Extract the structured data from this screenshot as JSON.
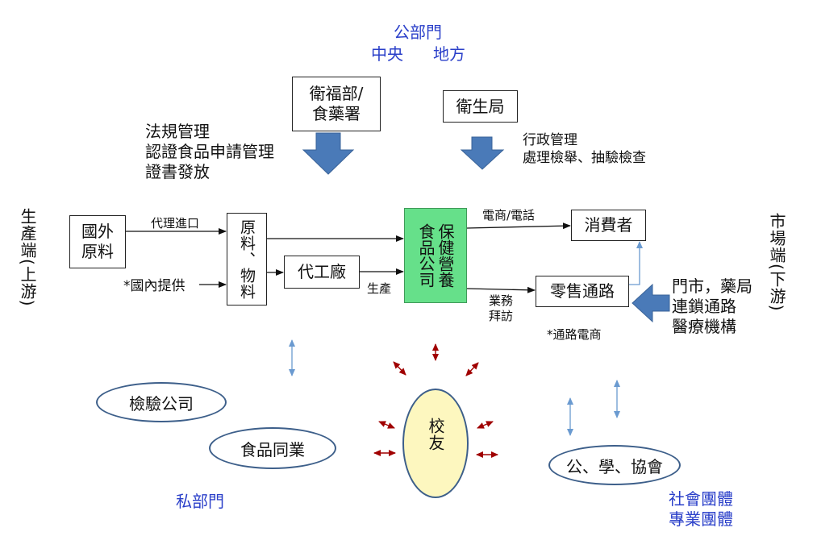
{
  "public_sector": {
    "title": "公部門",
    "central": "中央",
    "local": "地方"
  },
  "authorities": {
    "central_box": [
      "衛福部/",
      "食藥署"
    ],
    "local_box": "衛生局",
    "central_duties": [
      "法規管理",
      "認證食品申請管理",
      "證書發放"
    ],
    "local_duties": [
      "行政管理",
      "處理檢舉、抽驗檢查"
    ]
  },
  "side_labels": {
    "upstream": "生產端(上游)",
    "downstream": "市場端(下游)"
  },
  "supply_chain": {
    "foreign_materials": [
      "國外",
      "原料"
    ],
    "import_label": "代理進口",
    "domestic_label": "*國內提供",
    "materials": "原料、物料",
    "oem": "代工廠",
    "production_label": "生產",
    "company": [
      "保健營養",
      "食品公司"
    ],
    "ecommerce_label": "電商/電話",
    "consumer": "消費者",
    "sales_label": [
      "業務",
      "拜訪"
    ],
    "retail": "零售通路",
    "channel_ecommerce": "*通路電商",
    "retail_types": [
      "門市，藥局",
      "連鎖通路",
      "醫療機構"
    ]
  },
  "groups": {
    "inspection": "檢驗公司",
    "industry_peers": "食品同業",
    "alumni": "校友",
    "associations": "公、學、協會",
    "private_sector": "私部門",
    "social_groups": [
      "社會團體",
      "專業團體"
    ]
  },
  "colors": {
    "blue_text": "#2a3fc9",
    "arrow_blue": "#4a7ab8",
    "company_green": "#66e08a",
    "alumni_fill": "#fdf7bf",
    "red_arrow": "#a00000"
  }
}
